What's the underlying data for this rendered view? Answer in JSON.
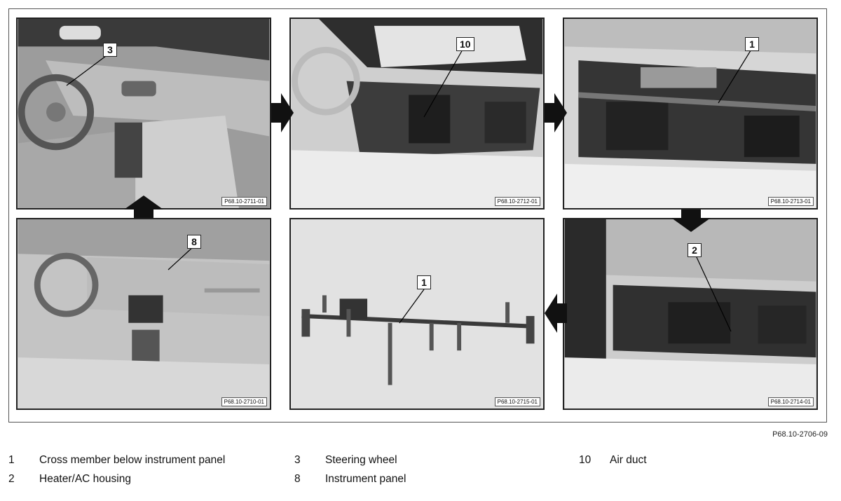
{
  "figure": {
    "code": "P68.10-2706-09",
    "panels": [
      {
        "id": "p1",
        "code": "P68.10-2711-01",
        "callout": "3"
      },
      {
        "id": "p2",
        "code": "P68.10-2712-01",
        "callout": "10"
      },
      {
        "id": "p3",
        "code": "P68.10-2713-01",
        "callout": "1"
      },
      {
        "id": "p4",
        "code": "P68.10-2710-01",
        "callout": "8"
      },
      {
        "id": "p5",
        "code": "P68.10-2715-01",
        "callout": "1"
      },
      {
        "id": "p6",
        "code": "P68.10-2714-01",
        "callout": "2"
      }
    ]
  },
  "legend": [
    {
      "num": "1",
      "label": "Cross member below instrument panel"
    },
    {
      "num": "2",
      "label": "Heater/AC housing"
    },
    {
      "num": "3",
      "label": "Steering wheel"
    },
    {
      "num": "8",
      "label": "Instrument panel"
    },
    {
      "num": "10",
      "label": "Air duct"
    }
  ]
}
